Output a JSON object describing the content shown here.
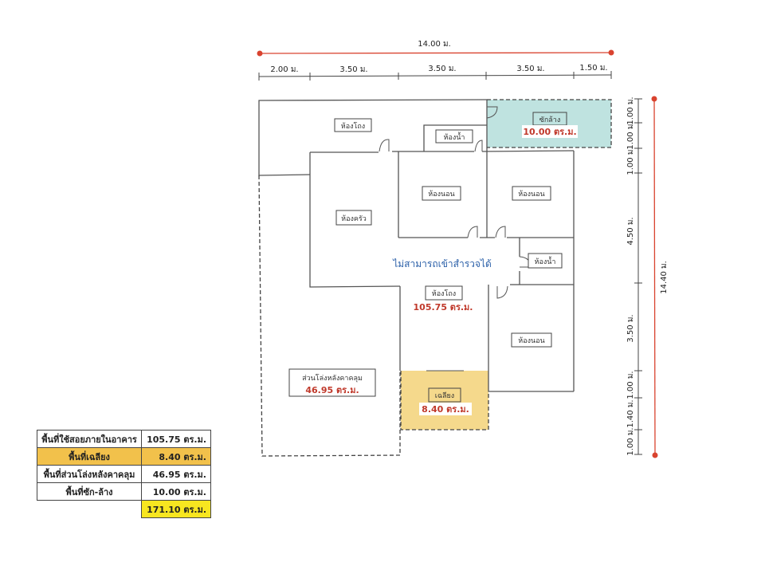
{
  "dimensions": {
    "top_total": "14.00 ม.",
    "top_segments": [
      "2.00 ม.",
      "3.50 ม.",
      "3.50 ม.",
      "3.50 ม.",
      "1.50 ม."
    ],
    "right_total": "14.40 ม.",
    "right_segments": [
      "1.00 ม.",
      "1.00 ม.",
      "1.00 ม.",
      "4.50 ม.",
      "3.50 ม.",
      "1.00 ม.",
      "1.40 ม.",
      "1.00 ม."
    ]
  },
  "rooms": {
    "living_top": "ห้องโถง",
    "bath_top": "ห้องน้ำ",
    "laundry": "ซักล้าง",
    "laundry_area": "10.00 ตร.ม.",
    "bedroom_1": "ห้องนอน",
    "bedroom_2": "ห้องนอน",
    "kitchen": "ห้องครัว",
    "bath_mid": "ห้องน้ำ",
    "inaccessible_note": "ไม่สามารถเข้าสำรวจได้",
    "living_mid": "ห้องโถง",
    "living_area": "105.75 ตร.ม.",
    "bedroom_3": "ห้องนอน",
    "covered_area": "ส่วนโล่งหลังคาคลุม",
    "covered_area_value": "46.95 ตร.ม.",
    "porch": "เฉลียง",
    "porch_area": "8.40 ตร.ม."
  },
  "colors": {
    "laundry_fill": "#bfe3e0",
    "porch_fill": "#f5d98c",
    "dimension_red": "#d9432f",
    "note_blue": "#2a5fa8",
    "area_red": "#c0392b"
  },
  "area_table": {
    "rows": [
      {
        "label": "พื้นที่ใช้สอยภายในอาคาร",
        "value": "105.75 ตร.ม."
      },
      {
        "label": "พื้นที่เฉลียง",
        "value": "8.40 ตร.ม."
      },
      {
        "label": "พื้นที่ส่วนโล่งหลังคาคลุม",
        "value": "46.95 ตร.ม."
      },
      {
        "label": "พื้นที่ซัก-ล้าง",
        "value": "10.00 ตร.ม."
      }
    ],
    "total": "171.10 ตร.ม."
  }
}
